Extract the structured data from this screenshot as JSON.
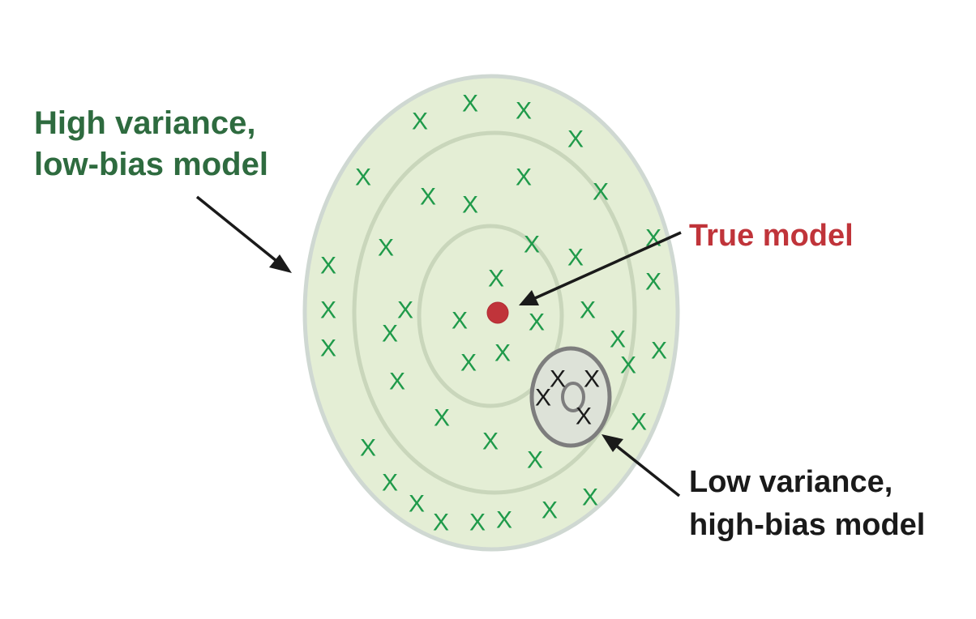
{
  "labels": {
    "high_variance_line1": "High variance,",
    "high_variance_line2": "low-bias model",
    "true_model": "True model",
    "low_variance_line1": "Low variance,",
    "low_variance_line2": "high-bias model"
  },
  "marks": {
    "glyph": "X"
  },
  "colors": {
    "green_label": "#2e6b3f",
    "red_label": "#c0343a",
    "dark_label": "#1a1a1a",
    "green_mark": "#1f9a4a",
    "black_mark": "#1a1a1a",
    "target_fill": "#e4eed5",
    "ring_stroke": "#c9d6bb",
    "outer_stroke": "#cfd8d2",
    "cluster_fill": "#dde2d8",
    "cluster_stroke": "#7d7d7d",
    "true_dot": "#c0343a"
  }
}
